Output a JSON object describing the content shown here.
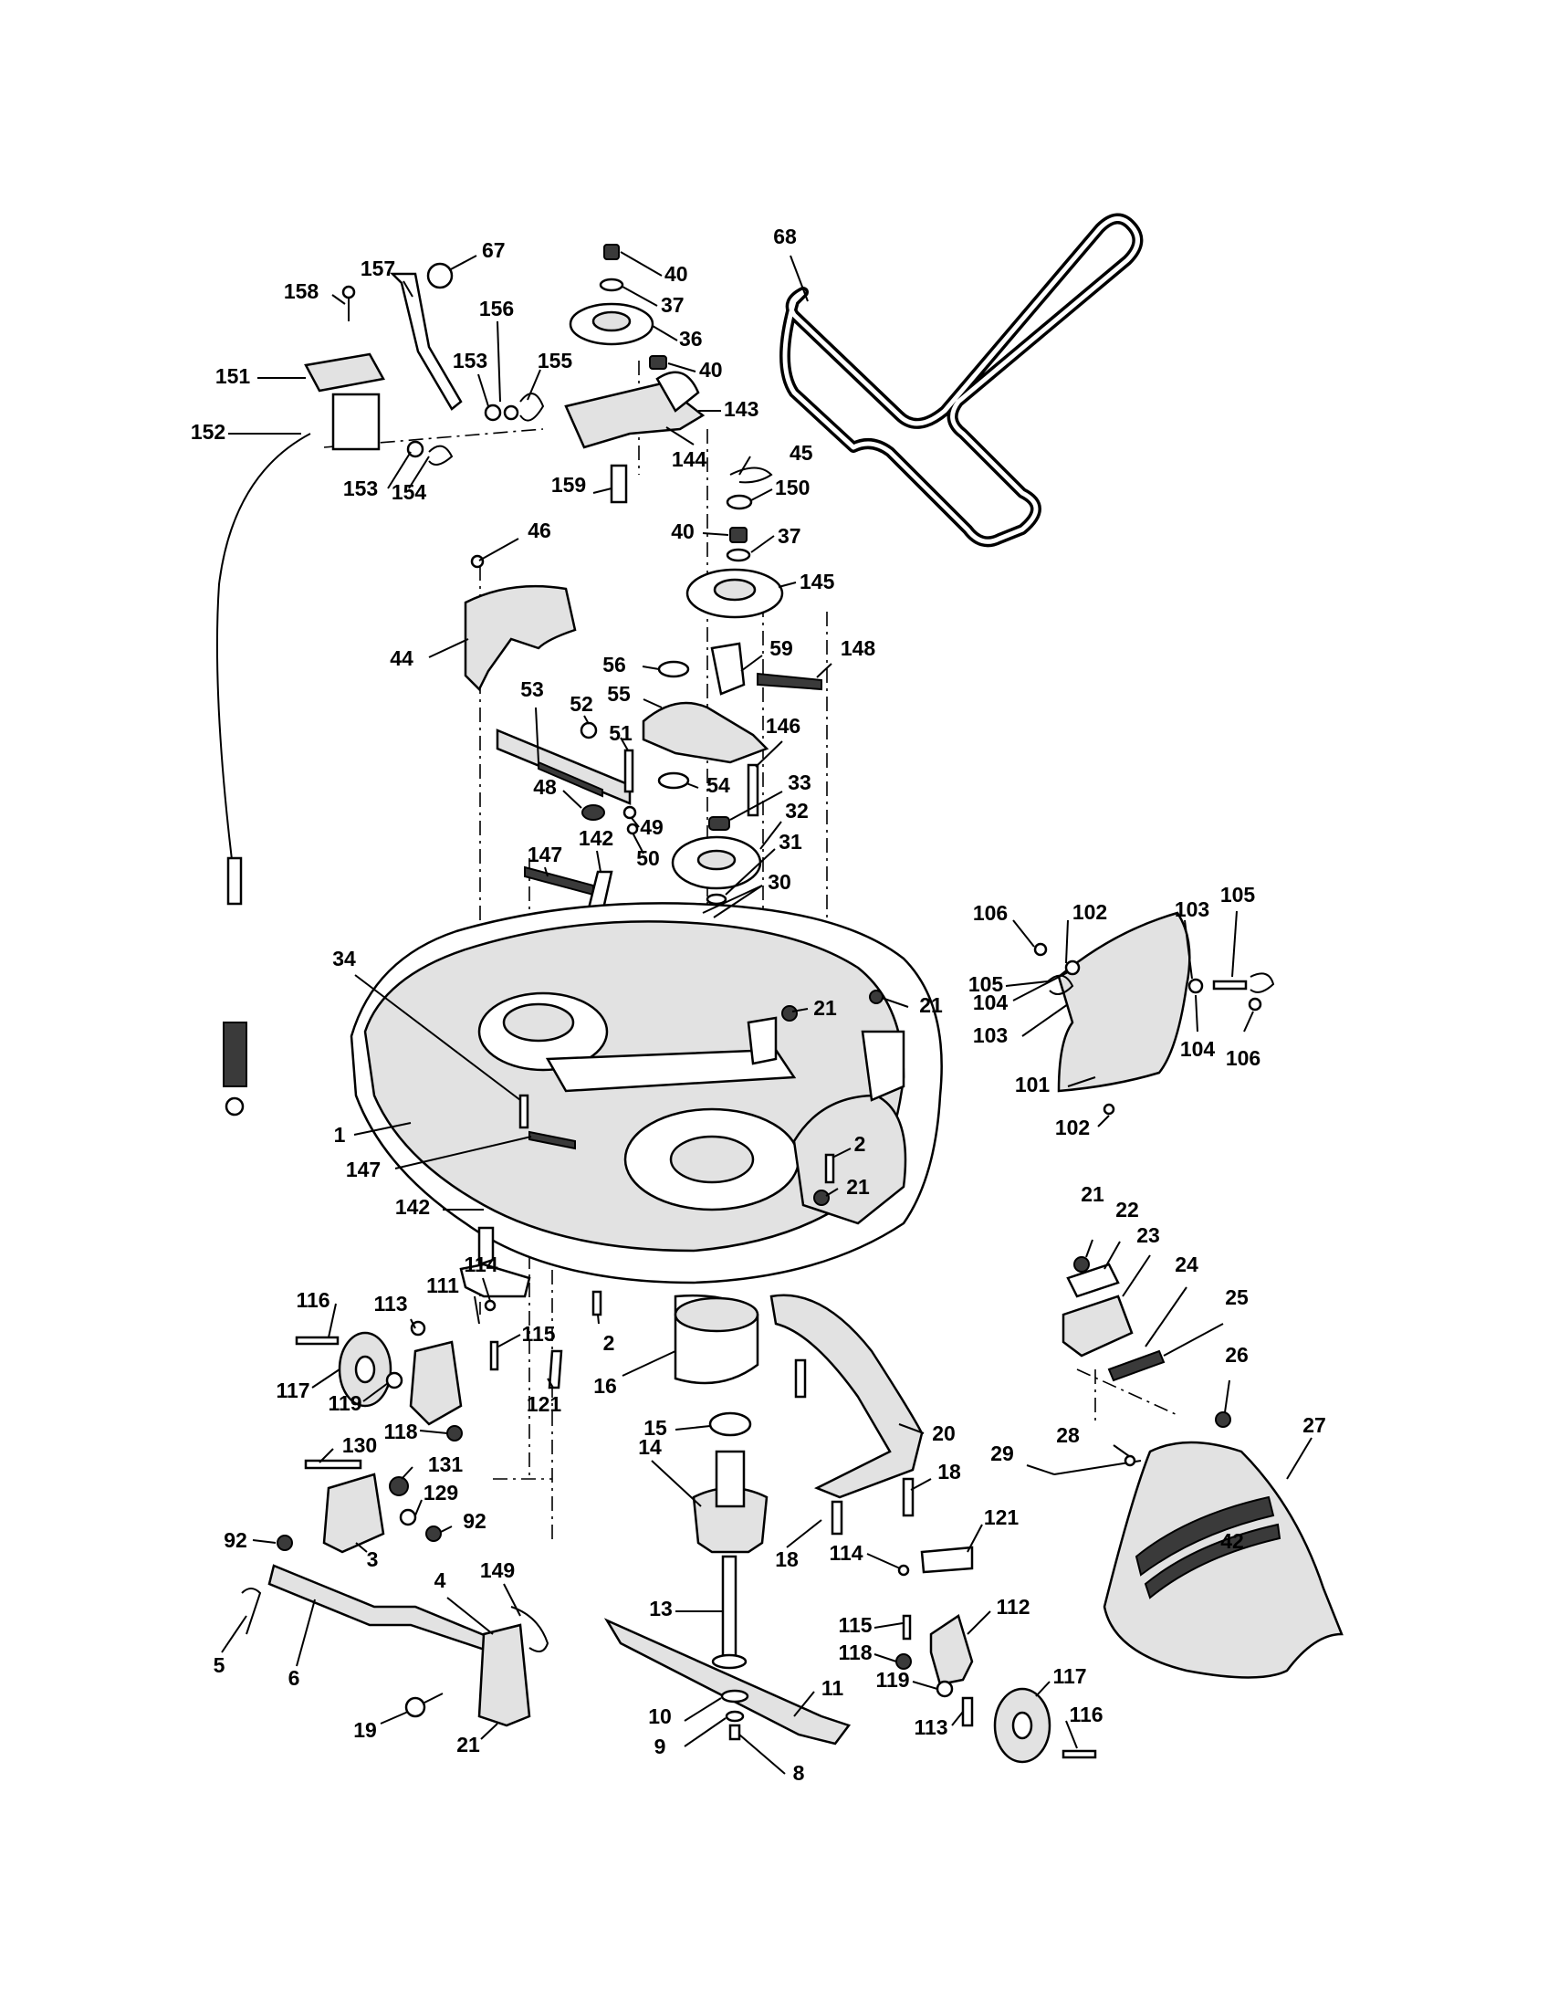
{
  "diagram": {
    "callouts": [
      {
        "id": "c-67",
        "text": "67"
      },
      {
        "id": "c-157",
        "text": "157"
      },
      {
        "id": "c-158",
        "text": "158"
      },
      {
        "id": "c-156",
        "text": "156"
      },
      {
        "id": "c-153a",
        "text": "153"
      },
      {
        "id": "c-155",
        "text": "155"
      },
      {
        "id": "c-151",
        "text": "151"
      },
      {
        "id": "c-152",
        "text": "152"
      },
      {
        "id": "c-153b",
        "text": "153"
      },
      {
        "id": "c-154",
        "text": "154"
      },
      {
        "id": "c-40a",
        "text": "40"
      },
      {
        "id": "c-37a",
        "text": "37"
      },
      {
        "id": "c-36",
        "text": "36"
      },
      {
        "id": "c-40b",
        "text": "40"
      },
      {
        "id": "c-143",
        "text": "143"
      },
      {
        "id": "c-144",
        "text": "144"
      },
      {
        "id": "c-159",
        "text": "159"
      },
      {
        "id": "c-68",
        "text": "68"
      },
      {
        "id": "c-45",
        "text": "45"
      },
      {
        "id": "c-150",
        "text": "150"
      },
      {
        "id": "c-40c",
        "text": "40"
      },
      {
        "id": "c-37b",
        "text": "37"
      },
      {
        "id": "c-145",
        "text": "145"
      },
      {
        "id": "c-46",
        "text": "46"
      },
      {
        "id": "c-44",
        "text": "44"
      },
      {
        "id": "c-56",
        "text": "56"
      },
      {
        "id": "c-59",
        "text": "59"
      },
      {
        "id": "c-148",
        "text": "148"
      },
      {
        "id": "c-55",
        "text": "55"
      },
      {
        "id": "c-53",
        "text": "53"
      },
      {
        "id": "c-52",
        "text": "52"
      },
      {
        "id": "c-51",
        "text": "51"
      },
      {
        "id": "c-146",
        "text": "146"
      },
      {
        "id": "c-54",
        "text": "54"
      },
      {
        "id": "c-33",
        "text": "33"
      },
      {
        "id": "c-48",
        "text": "48"
      },
      {
        "id": "c-49",
        "text": "49"
      },
      {
        "id": "c-50",
        "text": "50"
      },
      {
        "id": "c-32",
        "text": "32"
      },
      {
        "id": "c-31",
        "text": "31"
      },
      {
        "id": "c-147a",
        "text": "147"
      },
      {
        "id": "c-142a",
        "text": "142"
      },
      {
        "id": "c-30",
        "text": "30"
      },
      {
        "id": "c-106a",
        "text": "106"
      },
      {
        "id": "c-102a",
        "text": "102"
      },
      {
        "id": "c-103a",
        "text": "103"
      },
      {
        "id": "c-105a",
        "text": "105"
      },
      {
        "id": "c-105b",
        "text": "105"
      },
      {
        "id": "c-104a",
        "text": "104"
      },
      {
        "id": "c-103b",
        "text": "103"
      },
      {
        "id": "c-104b",
        "text": "104"
      },
      {
        "id": "c-106b",
        "text": "106"
      },
      {
        "id": "c-101",
        "text": "101"
      },
      {
        "id": "c-102b",
        "text": "102"
      },
      {
        "id": "c-34",
        "text": "34"
      },
      {
        "id": "c-21a",
        "text": "21"
      },
      {
        "id": "c-21b",
        "text": "21"
      },
      {
        "id": "c-1",
        "text": "1"
      },
      {
        "id": "c-147b",
        "text": "147"
      },
      {
        "id": "c-2a",
        "text": "2"
      },
      {
        "id": "c-21c",
        "text": "21"
      },
      {
        "id": "c-142b",
        "text": "142"
      },
      {
        "id": "c-21d",
        "text": "21"
      },
      {
        "id": "c-22",
        "text": "22"
      },
      {
        "id": "c-23",
        "text": "23"
      },
      {
        "id": "c-24",
        "text": "24"
      },
      {
        "id": "c-25",
        "text": "25"
      },
      {
        "id": "c-26",
        "text": "26"
      },
      {
        "id": "c-114a",
        "text": "114"
      },
      {
        "id": "c-116a",
        "text": "116"
      },
      {
        "id": "c-113a",
        "text": "113"
      },
      {
        "id": "c-111",
        "text": "111"
      },
      {
        "id": "c-115a",
        "text": "115"
      },
      {
        "id": "c-2b",
        "text": "2"
      },
      {
        "id": "c-117a",
        "text": "117"
      },
      {
        "id": "c-119a",
        "text": "119"
      },
      {
        "id": "c-121a",
        "text": "121"
      },
      {
        "id": "c-16",
        "text": "16"
      },
      {
        "id": "c-118a",
        "text": "118"
      },
      {
        "id": "c-15",
        "text": "15"
      },
      {
        "id": "c-20",
        "text": "20"
      },
      {
        "id": "c-28",
        "text": "28"
      },
      {
        "id": "c-27",
        "text": "27"
      },
      {
        "id": "c-29",
        "text": "29"
      },
      {
        "id": "c-130",
        "text": "130"
      },
      {
        "id": "c-131",
        "text": "131"
      },
      {
        "id": "c-14",
        "text": "14"
      },
      {
        "id": "c-18a",
        "text": "18"
      },
      {
        "id": "c-129",
        "text": "129"
      },
      {
        "id": "c-92a",
        "text": "92"
      },
      {
        "id": "c-92b",
        "text": "92"
      },
      {
        "id": "c-3",
        "text": "3"
      },
      {
        "id": "c-18b",
        "text": "18"
      },
      {
        "id": "c-114b",
        "text": "114"
      },
      {
        "id": "c-121b",
        "text": "121"
      },
      {
        "id": "c-4",
        "text": "4"
      },
      {
        "id": "c-149",
        "text": "149"
      },
      {
        "id": "c-13",
        "text": "13"
      },
      {
        "id": "c-115b",
        "text": "115"
      },
      {
        "id": "c-112",
        "text": "112"
      },
      {
        "id": "c-5",
        "text": "5"
      },
      {
        "id": "c-6",
        "text": "6"
      },
      {
        "id": "c-118b",
        "text": "118"
      },
      {
        "id": "c-11",
        "text": "11"
      },
      {
        "id": "c-119b",
        "text": "119"
      },
      {
        "id": "c-117b",
        "text": "117"
      },
      {
        "id": "c-19",
        "text": "19"
      },
      {
        "id": "c-21e",
        "text": "21"
      },
      {
        "id": "c-10",
        "text": "10"
      },
      {
        "id": "c-113b",
        "text": "113"
      },
      {
        "id": "c-116b",
        "text": "116"
      },
      {
        "id": "c-9",
        "text": "9"
      },
      {
        "id": "c-8",
        "text": "8"
      }
    ],
    "chute_marking": "42"
  }
}
